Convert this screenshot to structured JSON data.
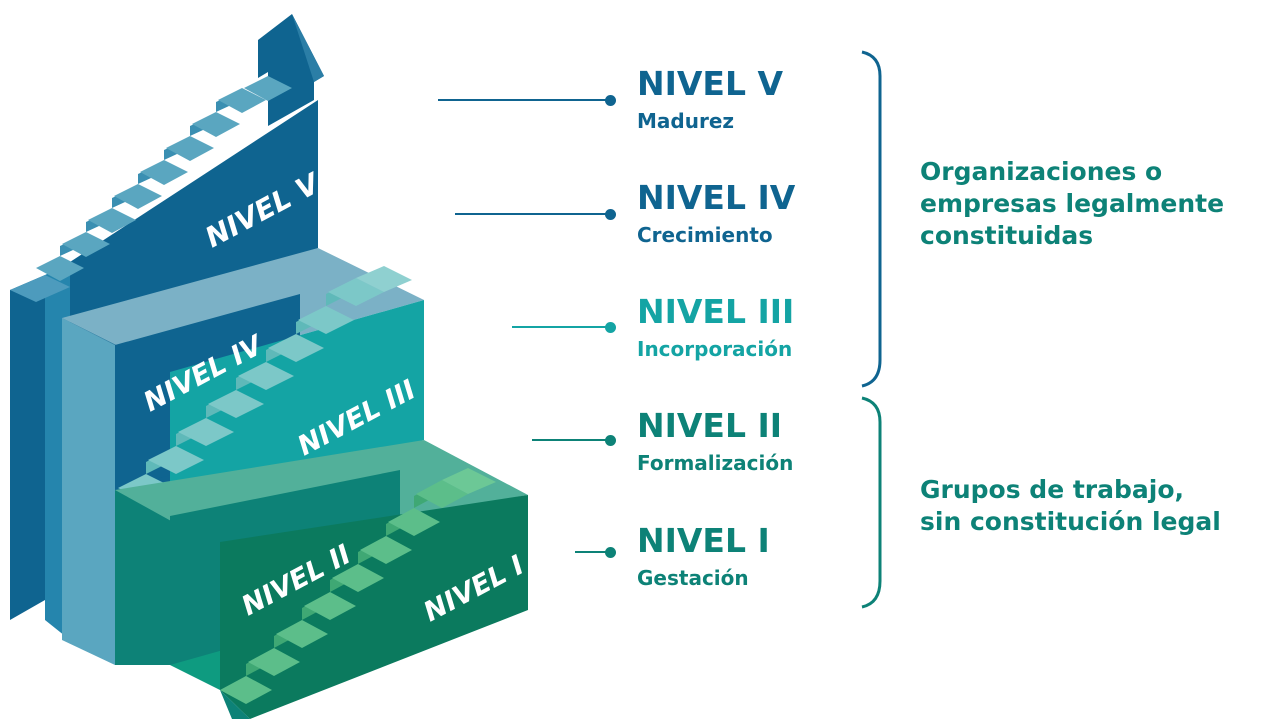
{
  "levels": [
    {
      "id": "v",
      "title": "NIVEL V",
      "subtitle": "Madurez",
      "stair_label": "NIVEL V",
      "color": "#0f6490"
    },
    {
      "id": "iv",
      "title": "NIVEL IV",
      "subtitle": "Crecimiento",
      "stair_label": "NIVEL IV",
      "color": "#0f6490"
    },
    {
      "id": "iii",
      "title": "NIVEL III",
      "subtitle": "Incorporación",
      "stair_label": "NIVEL III",
      "color": "#14a4a4"
    },
    {
      "id": "ii",
      "title": "NIVEL II",
      "subtitle": "Formalización",
      "stair_label": "NIVEL II",
      "color": "#0d8277"
    },
    {
      "id": "i",
      "title": "NIVEL I",
      "subtitle": "Gestación",
      "stair_label": "NIVEL I",
      "color": "#0d8277"
    }
  ],
  "groups": [
    {
      "id": "legal",
      "text": "Organizaciones o\nempresas legalmente\nconstituidas",
      "color": "#0d8277",
      "bracket_color": "#0f6490"
    },
    {
      "id": "informal",
      "text": "Grupos de trabajo,\nsin constitución legal",
      "color": "#0d8277",
      "bracket_color": "#0d8277"
    }
  ],
  "stairs_palette": {
    "dark_blue": "#0f6490",
    "steel_blue": "#2b7ea6",
    "light_blue": "#5aa6c0",
    "teal": "#14a4a4",
    "teal_light": "#7cc8c8",
    "sea_green": "#0d8277",
    "green": "#0e9b80",
    "green_light": "#5cbe8a"
  }
}
